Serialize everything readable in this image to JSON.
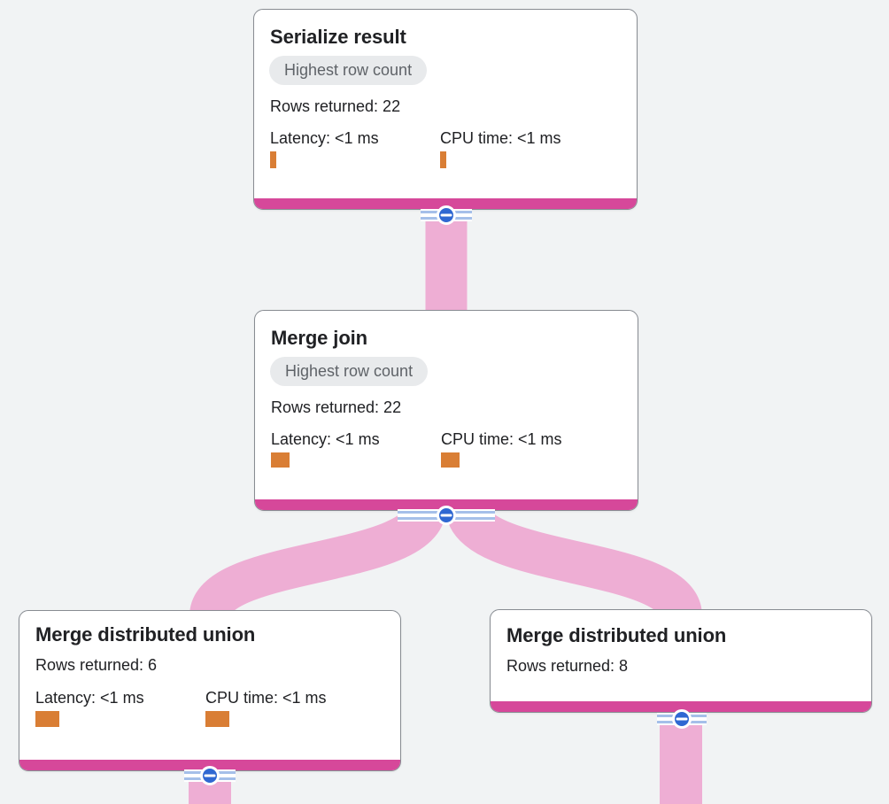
{
  "colors": {
    "canvas_background": "#f1f3f4",
    "card_background": "#ffffff",
    "card_border": "#888c92",
    "accent_magenta": "#d6489a",
    "link_pink": "#eeaed4",
    "metric_bar_orange": "#d97e35",
    "collapse_button_blue": "#2f68d2",
    "stripe_blue": "#a5bfe9",
    "badge_background": "#e8eaec",
    "badge_text": "#5f6368",
    "text": "#202124"
  },
  "nodes": [
    {
      "id": "serialize-result",
      "title": "Serialize result",
      "badge": "Highest row count",
      "rows_returned": "Rows returned: 22",
      "latency_label": "Latency: <1 ms",
      "cpu_label": "CPU time: <1 ms",
      "latency_bar_style": "width:7px;height:19px",
      "cpu_bar_style": "width:7px;height:19px"
    },
    {
      "id": "merge-join",
      "title": "Merge join",
      "badge": "Highest row count",
      "rows_returned": "Rows returned: 22",
      "latency_label": "Latency: <1 ms",
      "cpu_label": "CPU time: <1 ms",
      "latency_bar_style": "width:21px;height:17px",
      "cpu_bar_style": "width:21px;height:17px"
    },
    {
      "id": "merge-distributed-union-left",
      "title": "Merge distributed union",
      "rows_returned": "Rows returned: 6",
      "latency_label": "Latency: <1 ms",
      "cpu_label": "CPU time: <1 ms",
      "latency_bar_style": "width:27px;height:18px",
      "cpu_bar_style": "width:27px;height:18px"
    },
    {
      "id": "merge-distributed-union-right",
      "title": "Merge distributed union",
      "rows_returned": "Rows returned: 8"
    }
  ],
  "edges": [
    {
      "from": "merge-join",
      "to": "serialize-result"
    },
    {
      "from": "merge-distributed-union-left",
      "to": "merge-join"
    },
    {
      "from": "merge-distributed-union-right",
      "to": "merge-join"
    }
  ],
  "connector": {
    "icon": "minus-icon",
    "action": "collapse"
  }
}
